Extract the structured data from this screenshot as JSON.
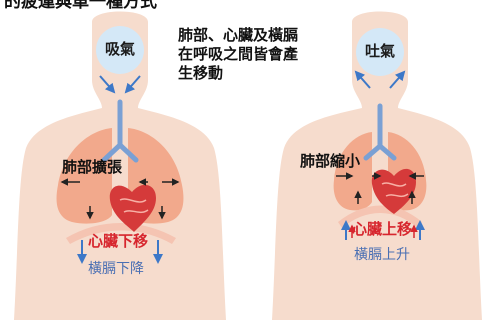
{
  "top_fragment": "的疲運與車一種方式",
  "intro_text": {
    "line1": "肺部、心臟及橫膈",
    "line2": "在呼吸之間皆會產",
    "line3": "生移動"
  },
  "inhale": {
    "bubble": "吸氣",
    "lung_label": "肺部擴張",
    "heart_label": "心臟下移",
    "diaphragm_label": "橫膈下降"
  },
  "exhale": {
    "bubble": "吐氣",
    "lung_label": "肺部縮小",
    "heart_label": "心臟上移",
    "diaphragm_label": "橫膈上升"
  },
  "colors": {
    "skin": "#f6dccd",
    "lung": "#f2a98c",
    "airway": "#7aa0d4",
    "bubble": "#d4e8f7",
    "heart": "#d53a3a",
    "diaphragm": "#f5c4b2",
    "arrow_blue": "#3d78c8"
  }
}
